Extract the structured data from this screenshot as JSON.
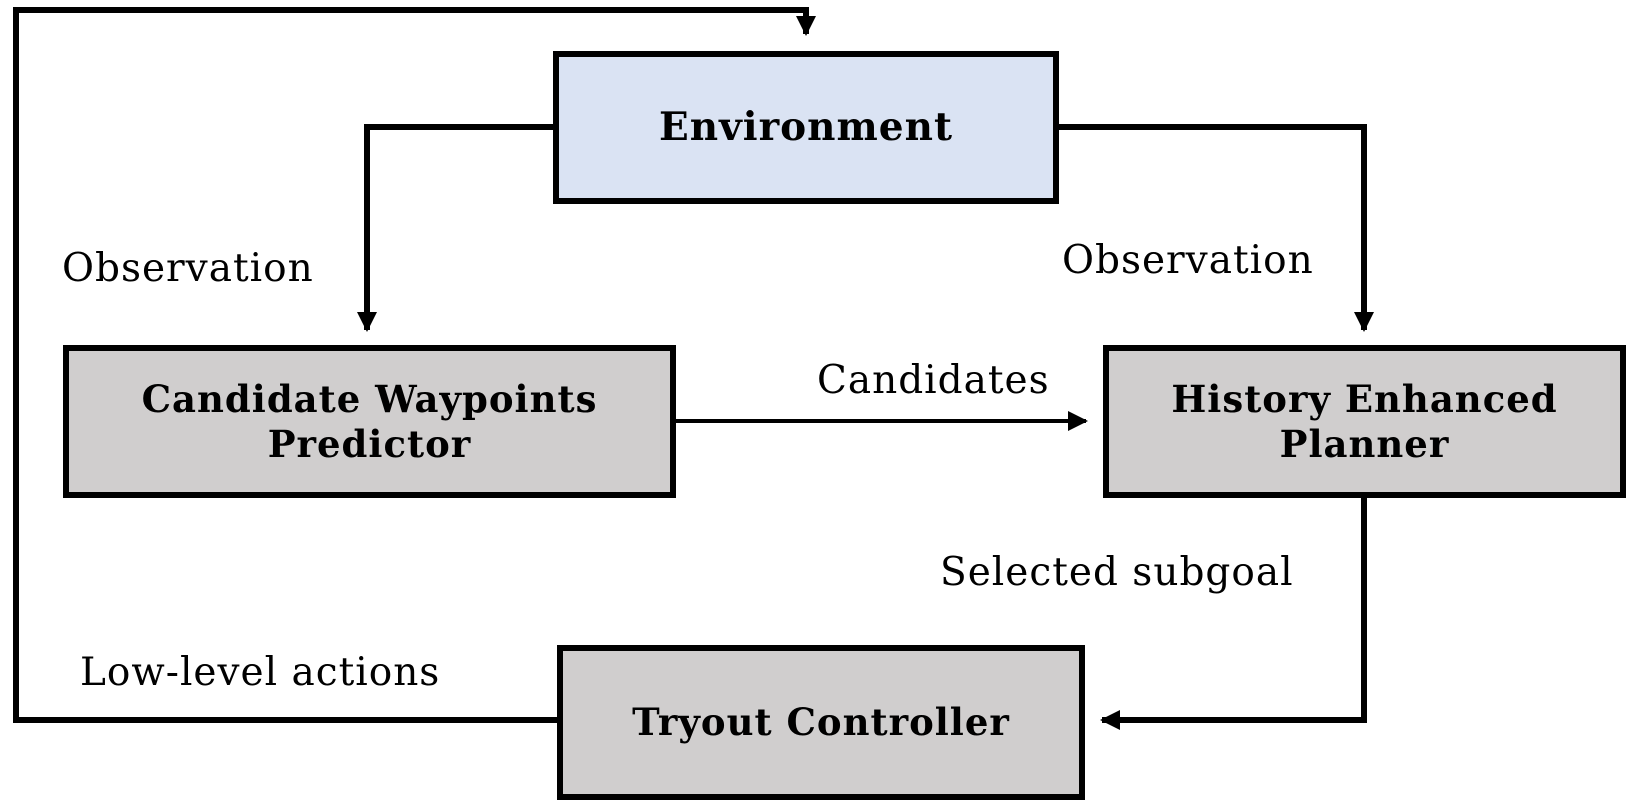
{
  "diagram": {
    "colors": {
      "environment_fill": "#dae3f3",
      "module_fill": "#d0cece",
      "stroke": "#000000"
    },
    "nodes": {
      "environment": {
        "label": "Environment"
      },
      "predictor": {
        "line1": "Candidate Waypoints",
        "line2": "Predictor"
      },
      "planner": {
        "line1": "History Enhanced",
        "line2": "Planner"
      },
      "controller": {
        "label": "Tryout Controller"
      }
    },
    "edges": {
      "obs_left": {
        "from": "Environment",
        "to": "Candidate Waypoints Predictor",
        "label": "Observation"
      },
      "obs_right": {
        "from": "Environment",
        "to": "History Enhanced Planner",
        "label": "Observation"
      },
      "candidates": {
        "from": "Candidate Waypoints Predictor",
        "to": "History Enhanced Planner",
        "label": "Candidates"
      },
      "subgoal": {
        "from": "History Enhanced Planner",
        "to": "Tryout Controller",
        "label": "Selected subgoal"
      },
      "lowlevel": {
        "from": "Tryout Controller",
        "to": "Environment",
        "label": "Low-level actions"
      }
    }
  }
}
